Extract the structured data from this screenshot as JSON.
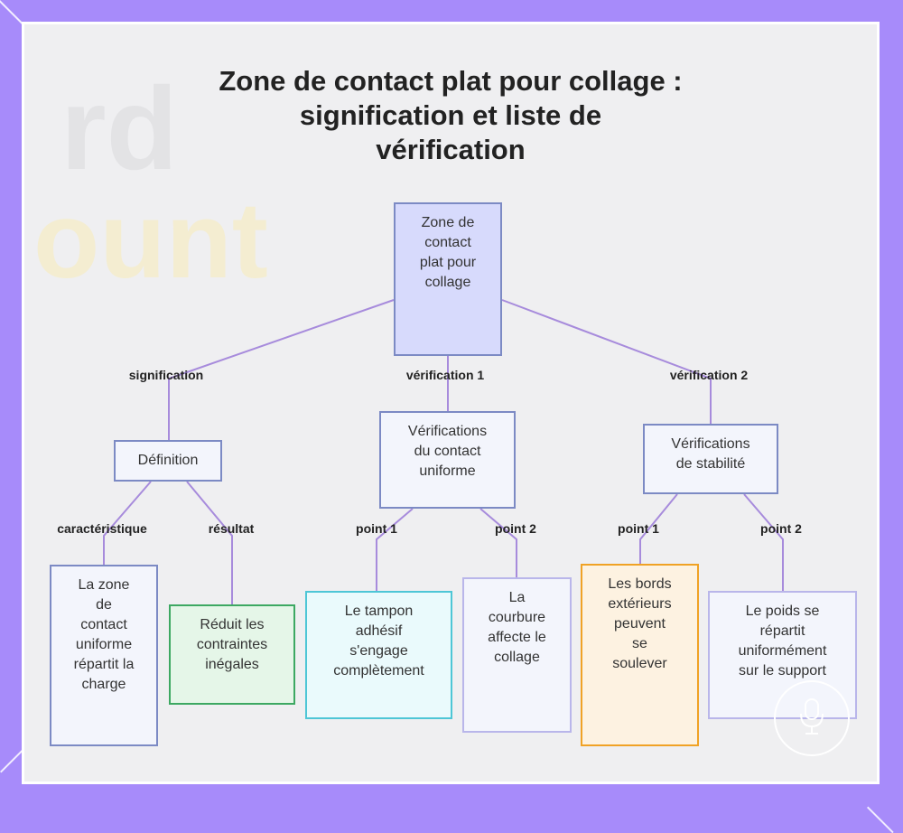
{
  "title_lines": [
    "Zone de contact plat pour collage :",
    "signification et liste de",
    "vérification"
  ],
  "nodes": {
    "root": [
      "Zone de",
      "contact",
      "plat pour",
      "collage"
    ],
    "definition": [
      "Définition"
    ],
    "uniforme": [
      "Vérifications",
      "du contact",
      "uniforme"
    ],
    "stabilite": [
      "Vérifications",
      "de stabilité"
    ],
    "charge": [
      "La zone",
      "de",
      "contact",
      "uniforme",
      "répartit la",
      "charge"
    ],
    "contraintes": [
      "Réduit les",
      "contraintes",
      "inégales"
    ],
    "tampon": [
      "Le tampon",
      "adhésif",
      "s'engage",
      "complètement"
    ],
    "courbure": [
      "La",
      "courbure",
      "affecte le",
      "collage"
    ],
    "bords": [
      "Les bords",
      "extérieurs",
      "peuvent",
      "se",
      "soulever"
    ],
    "poids": [
      "Le poids se",
      "répartit",
      "uniformément",
      "sur le support"
    ]
  },
  "edge_labels": {
    "signification": "signification",
    "verification1": "vérification 1",
    "verification2": "vérification 2",
    "caracteristique": "caractéristique",
    "resultat": "résultat",
    "point1_a": "point 1",
    "point2_a": "point 2",
    "point1_b": "point 1",
    "point2_b": "point 2"
  },
  "colors": {
    "background": "#a78bfa",
    "edge": "#a78bdc",
    "node_default_border": "#7c8ac4",
    "node_default_fill": "#f3f5fc",
    "root_fill": "#d7dafc",
    "green_border": "#3da862",
    "green_fill": "#e5f6e8",
    "cyan_border": "#4ec6d6",
    "cyan_fill": "#eafafc",
    "lavender_border": "#b9b6ea",
    "orange_border": "#f0a225",
    "orange_fill": "#fdf2e1"
  },
  "icons": [
    "microphone-badge-icon"
  ]
}
